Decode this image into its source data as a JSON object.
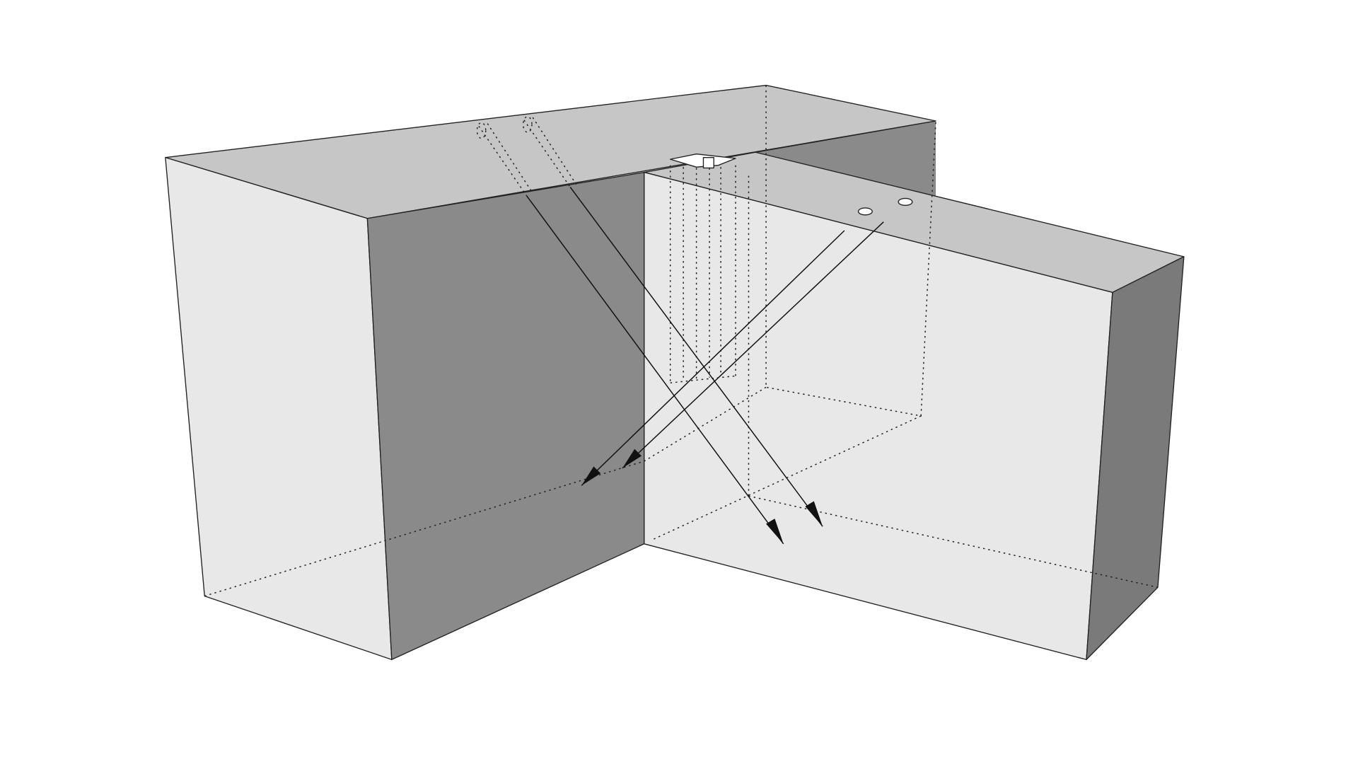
{
  "colors": {
    "top_face": "#c6c6c6",
    "light_face": "#e8e8e8",
    "dark_face": "#8a8a8a",
    "side_face": "#7a7a7a",
    "edge": "#222222"
  },
  "figure": {
    "arrow_count": 4,
    "objects": [
      "left-block",
      "right-block",
      "slot",
      "bore-holes",
      "beam-arrows"
    ]
  }
}
